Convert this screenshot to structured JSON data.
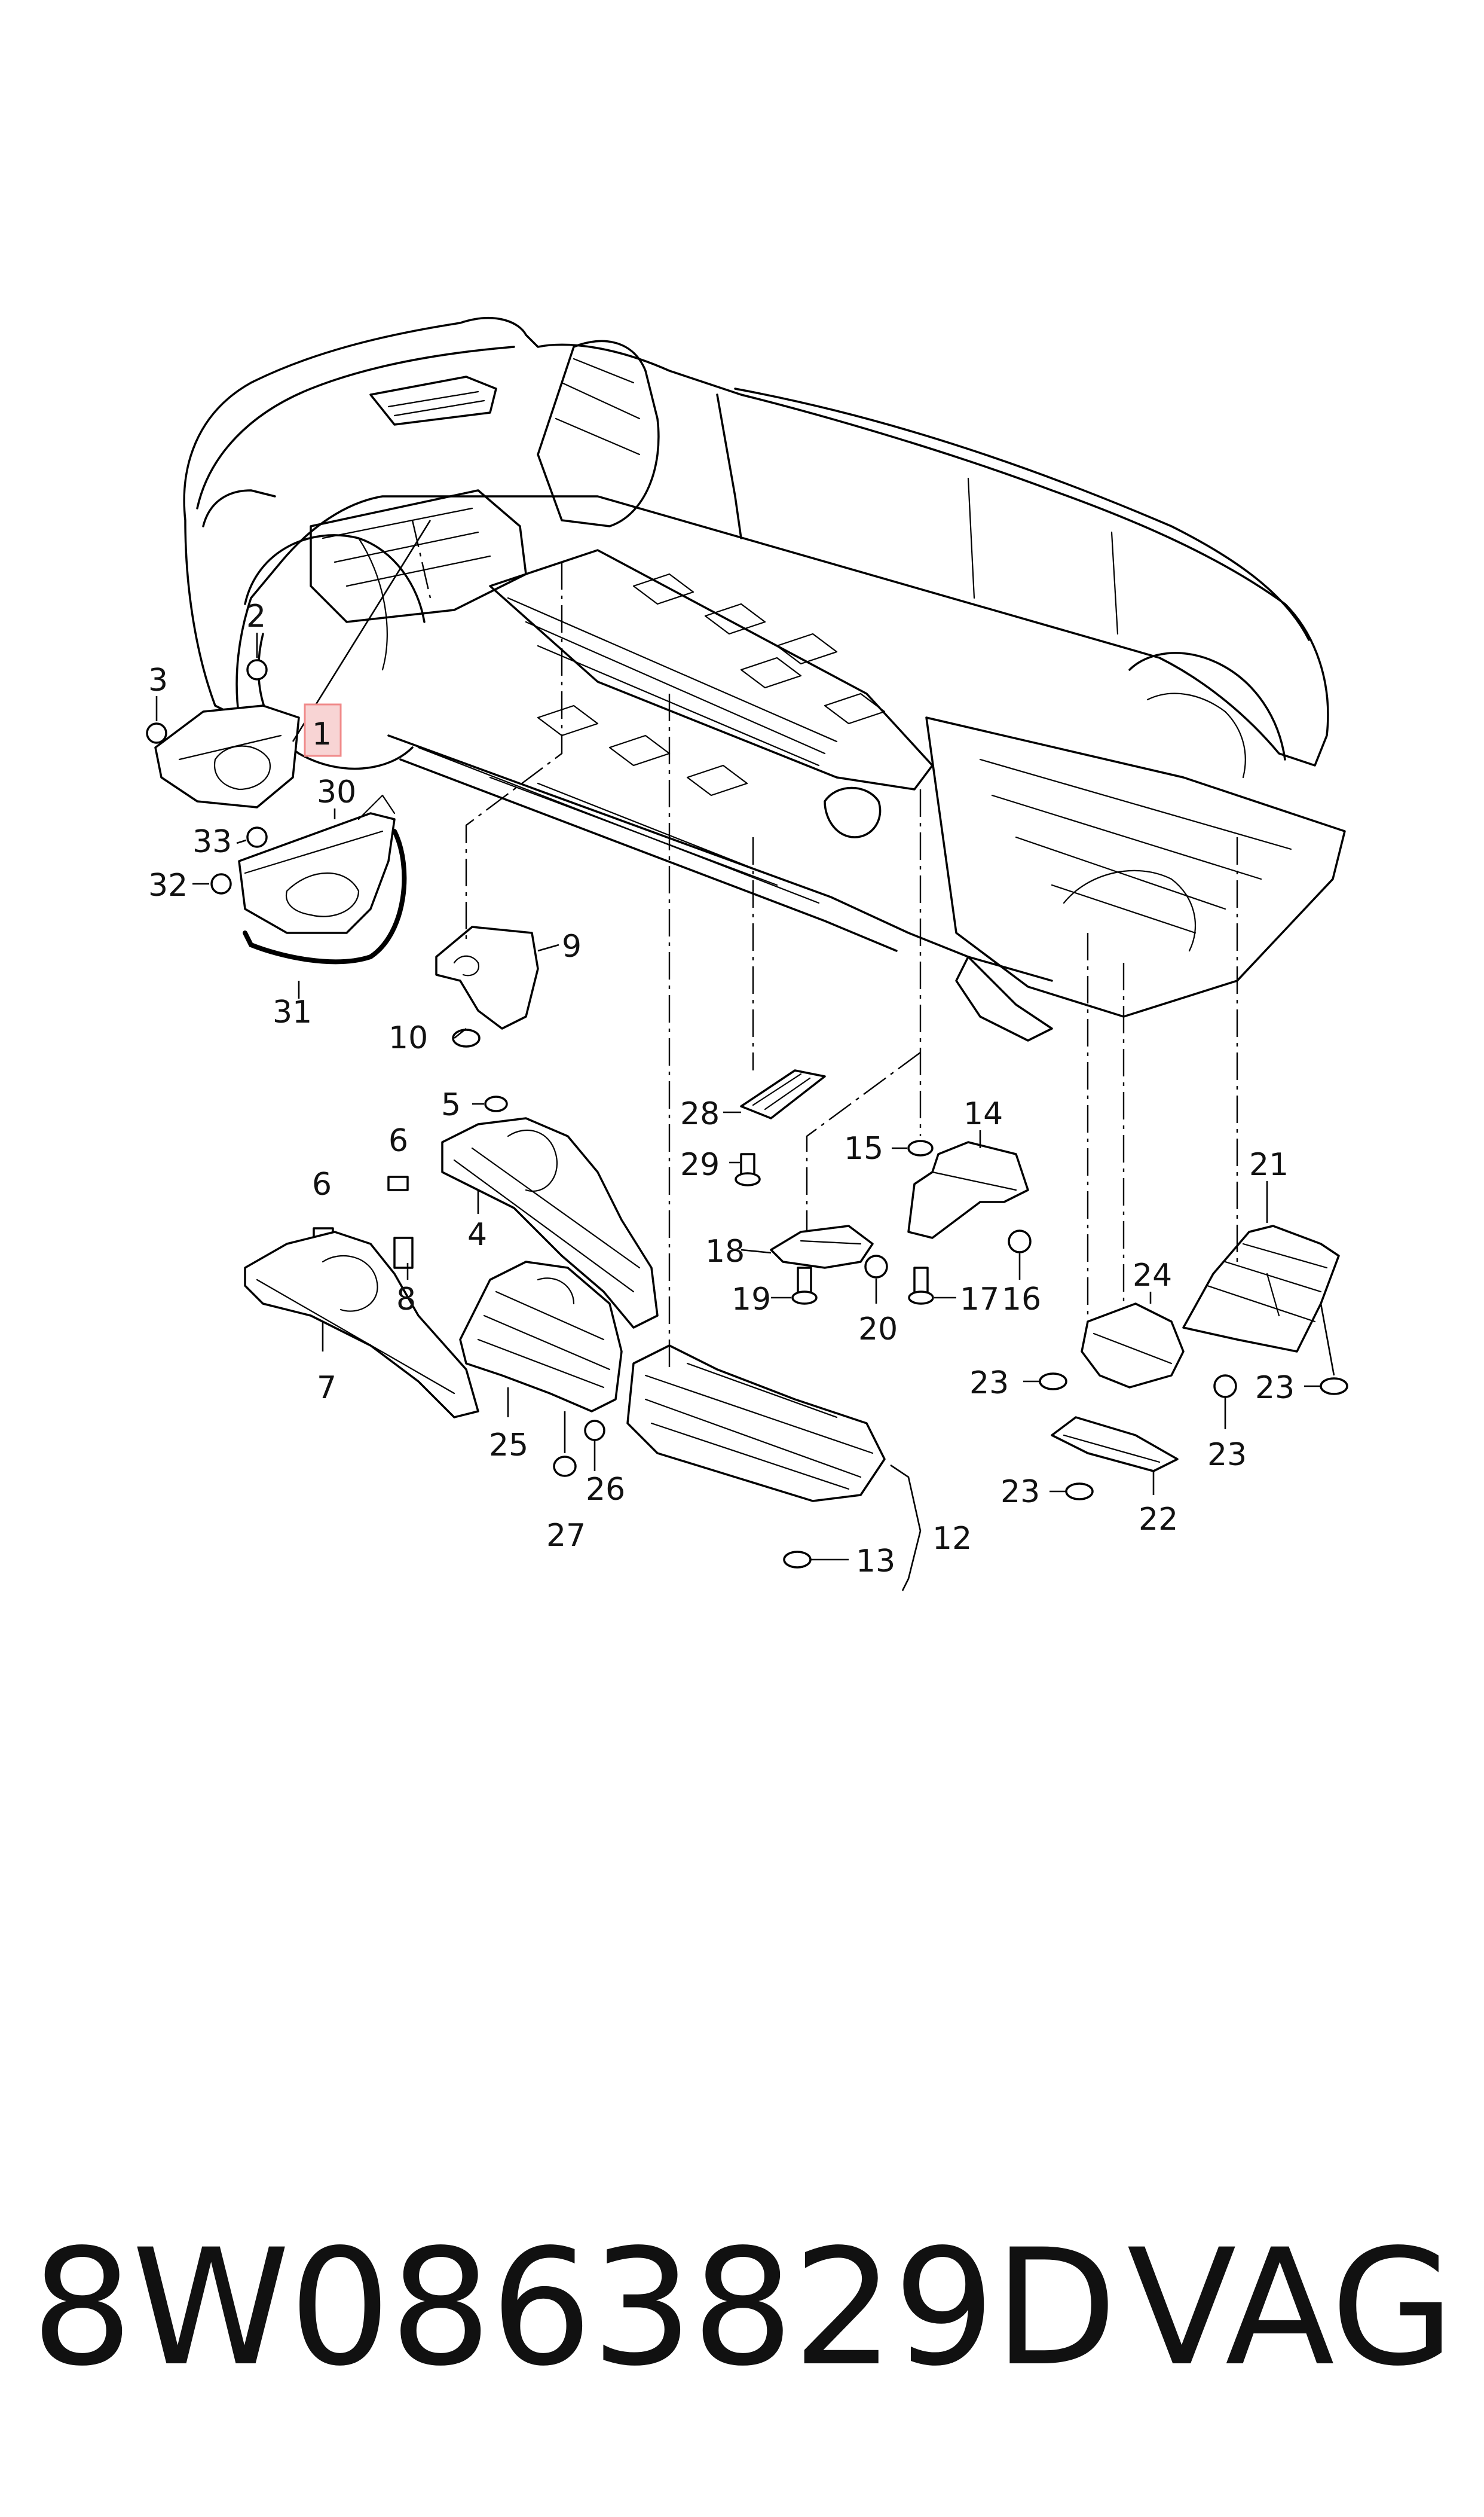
{
  "diagram": {
    "highlight_color": "#f08a8a",
    "line_color": "#000000",
    "parts": [
      {
        "id": "p1",
        "label": "1"
      },
      {
        "id": "p2",
        "label": "2"
      },
      {
        "id": "p3",
        "label": "3"
      },
      {
        "id": "p4",
        "label": "4"
      },
      {
        "id": "p5",
        "label": "5"
      },
      {
        "id": "p6a",
        "label": "6"
      },
      {
        "id": "p6b",
        "label": "6"
      },
      {
        "id": "p7",
        "label": "7"
      },
      {
        "id": "p8",
        "label": "8"
      },
      {
        "id": "p9",
        "label": "9"
      },
      {
        "id": "p10",
        "label": "10"
      },
      {
        "id": "p12",
        "label": "12"
      },
      {
        "id": "p13",
        "label": "13"
      },
      {
        "id": "p14",
        "label": "14"
      },
      {
        "id": "p15",
        "label": "15"
      },
      {
        "id": "p16",
        "label": "16"
      },
      {
        "id": "p17",
        "label": "17"
      },
      {
        "id": "p18",
        "label": "18"
      },
      {
        "id": "p19",
        "label": "19"
      },
      {
        "id": "p20",
        "label": "20"
      },
      {
        "id": "p21",
        "label": "21"
      },
      {
        "id": "p22",
        "label": "22"
      },
      {
        "id": "p23a",
        "label": "23"
      },
      {
        "id": "p23b",
        "label": "23"
      },
      {
        "id": "p23c",
        "label": "23"
      },
      {
        "id": "p23d",
        "label": "23"
      },
      {
        "id": "p24",
        "label": "24"
      },
      {
        "id": "p25",
        "label": "25"
      },
      {
        "id": "p26",
        "label": "26"
      },
      {
        "id": "p27",
        "label": "27"
      },
      {
        "id": "p28",
        "label": "28"
      },
      {
        "id": "p29",
        "label": "29"
      },
      {
        "id": "p30",
        "label": "30"
      },
      {
        "id": "p31",
        "label": "31"
      },
      {
        "id": "p32",
        "label": "32"
      },
      {
        "id": "p33",
        "label": "33"
      }
    ]
  },
  "footer": {
    "part_number": "8W0863829D",
    "brand": "VAG"
  }
}
